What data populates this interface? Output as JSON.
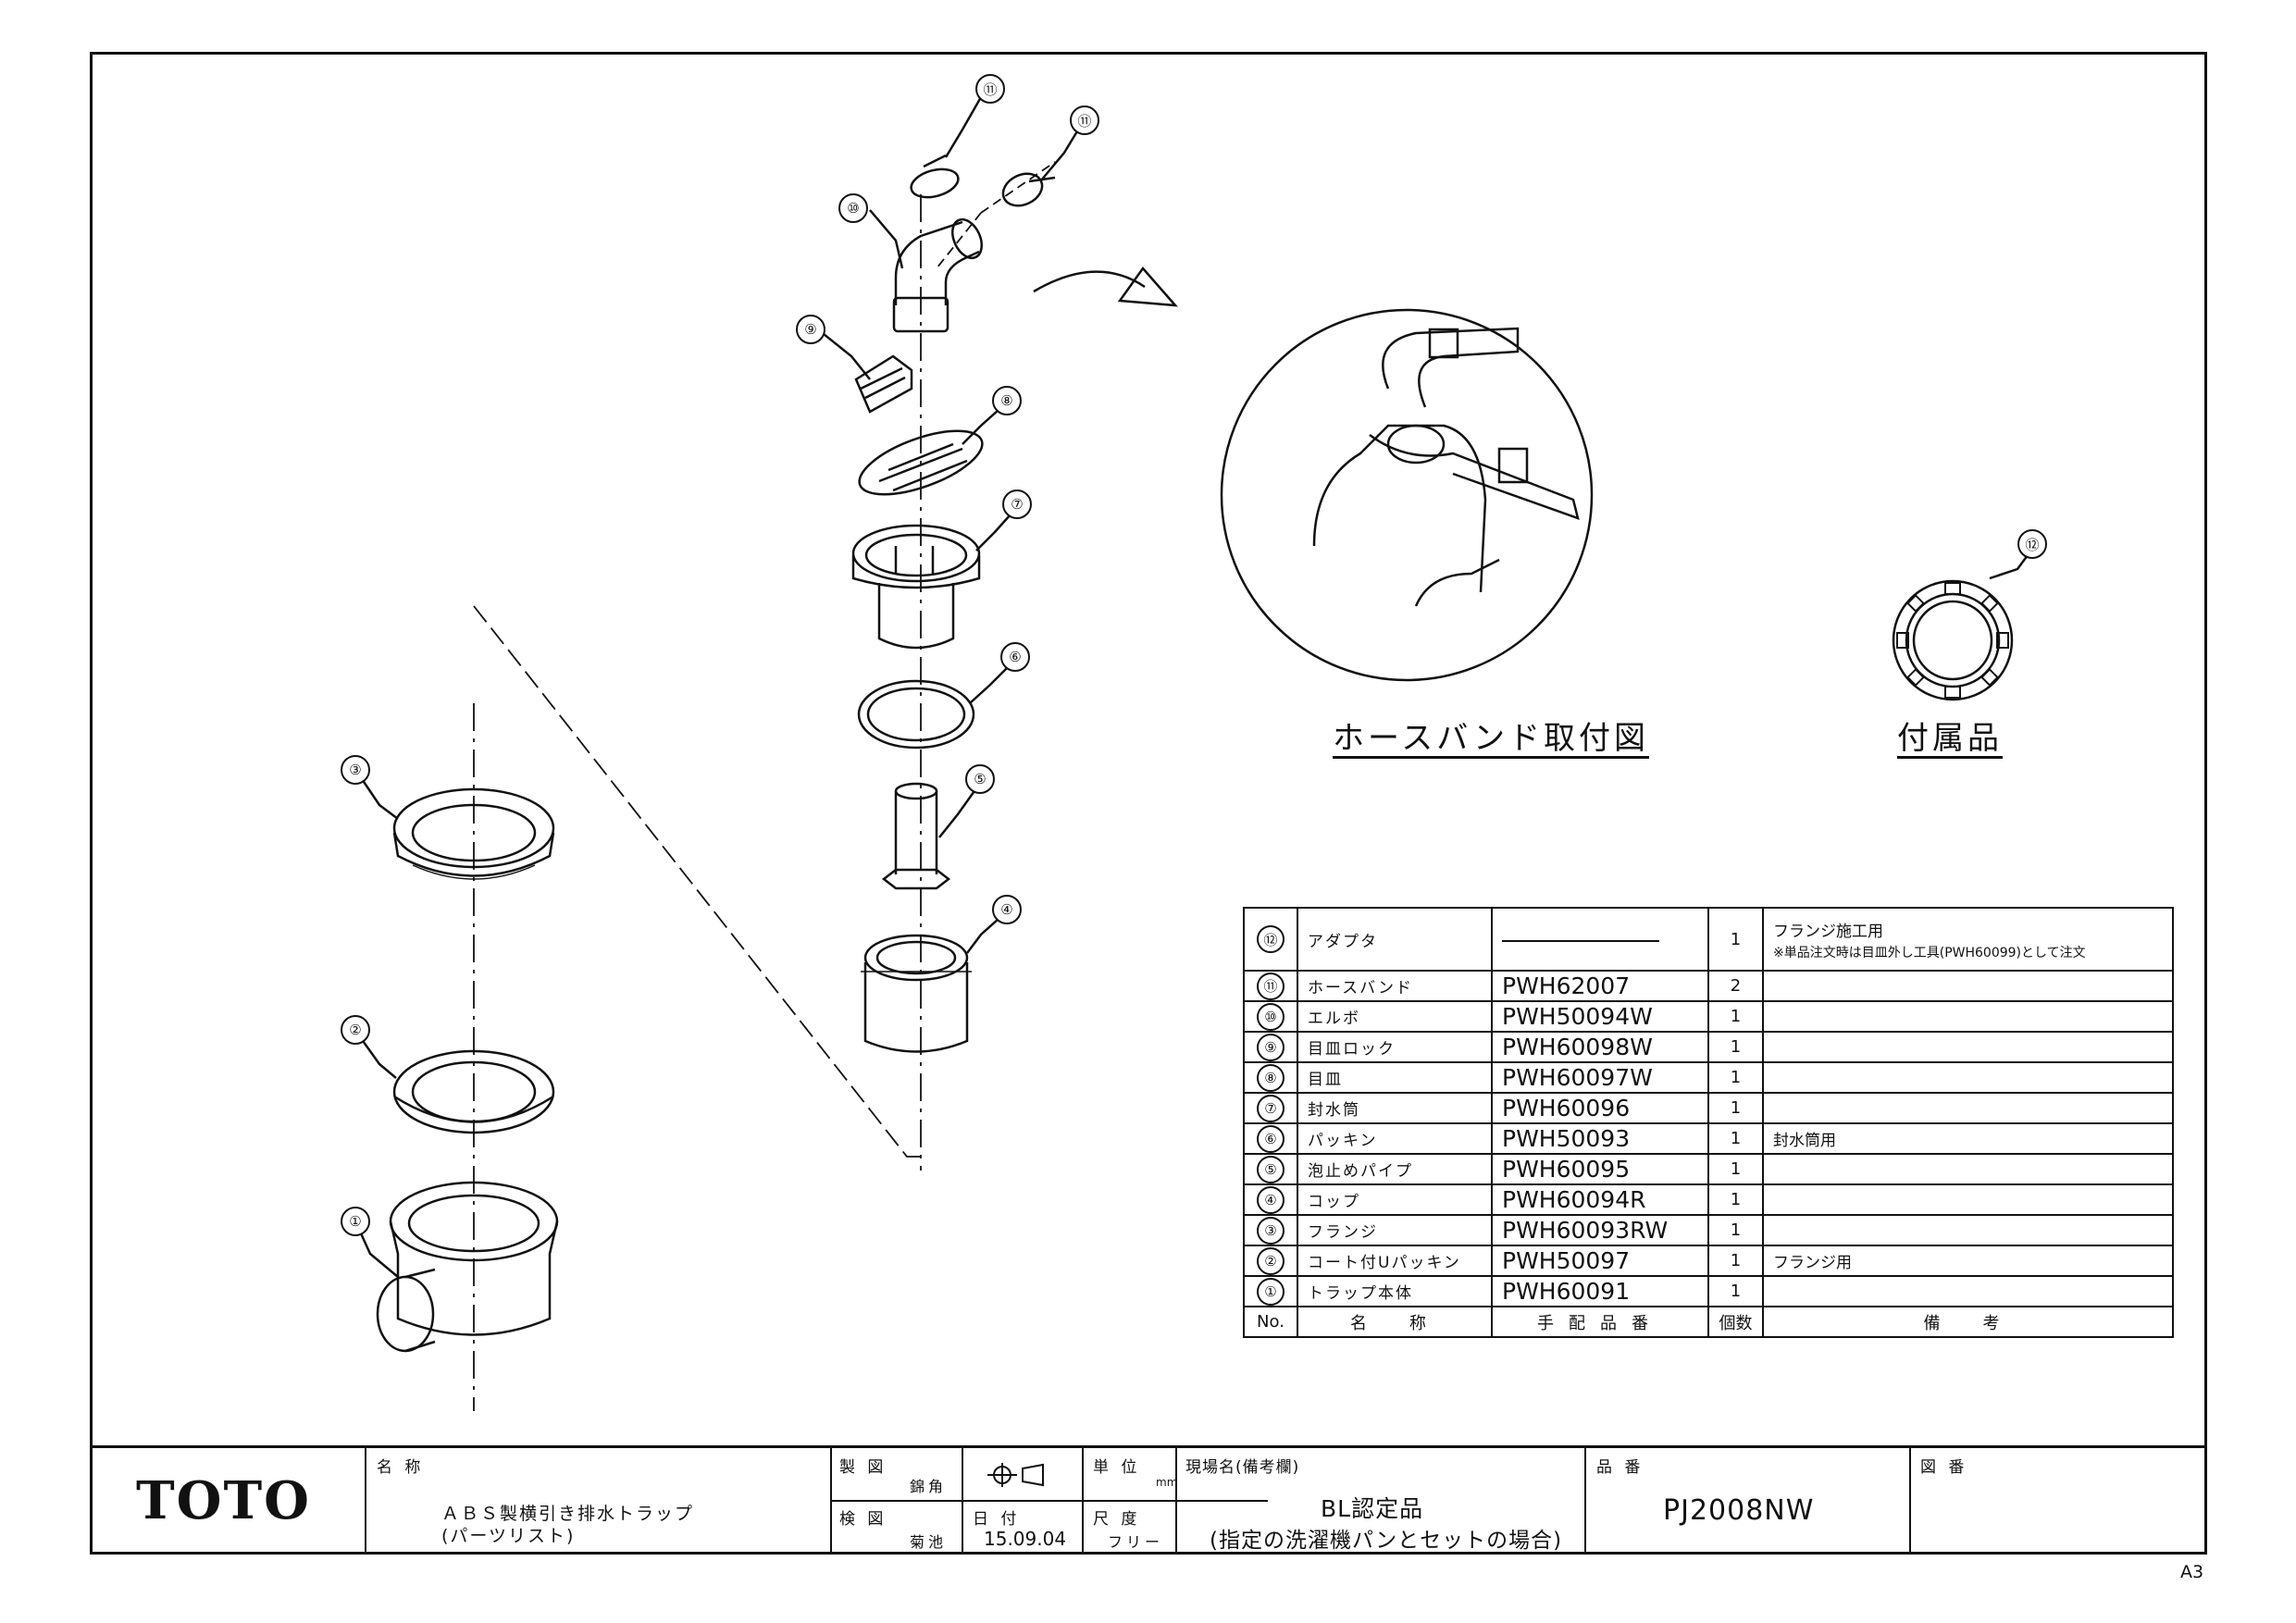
{
  "callouts": [
    "⑪",
    "⑪",
    "⑩",
    "⑨",
    "⑧",
    "⑦",
    "⑥",
    "⑤",
    "④",
    "③",
    "②",
    "①",
    "⑫"
  ],
  "captions": {
    "hoseband": "ホースバンド取付図",
    "accessory": "付属品"
  },
  "parts_table": {
    "rows": [
      {
        "no": "⑫",
        "name": "アダプタ",
        "part_no": "",
        "qty": "1",
        "note": "フランジ施工用",
        "note_sub": "※単品注文時は目皿外し工具(PWH60099)として注文"
      },
      {
        "no": "⑪",
        "name": "ホースバンド",
        "part_no": "PWH62007",
        "qty": "2",
        "note": ""
      },
      {
        "no": "⑩",
        "name": "エルボ",
        "part_no": "PWH50094W",
        "qty": "1",
        "note": ""
      },
      {
        "no": "⑨",
        "name": "目皿ロック",
        "part_no": "PWH60098W",
        "qty": "1",
        "note": ""
      },
      {
        "no": "⑧",
        "name": "目皿",
        "part_no": "PWH60097W",
        "qty": "1",
        "note": ""
      },
      {
        "no": "⑦",
        "name": "封水筒",
        "part_no": "PWH60096",
        "qty": "1",
        "note": ""
      },
      {
        "no": "⑥",
        "name": "パッキン",
        "part_no": "PWH50093",
        "qty": "1",
        "note": "封水筒用"
      },
      {
        "no": "⑤",
        "name": "泡止めパイプ",
        "part_no": "PWH60095",
        "qty": "1",
        "note": ""
      },
      {
        "no": "④",
        "name": "コップ",
        "part_no": "PWH60094R",
        "qty": "1",
        "note": ""
      },
      {
        "no": "③",
        "name": "フランジ",
        "part_no": "PWH60093RW",
        "qty": "1",
        "note": ""
      },
      {
        "no": "②",
        "name": "コート付Uパッキン",
        "part_no": "PWH50097",
        "qty": "1",
        "note": "フランジ用"
      },
      {
        "no": "①",
        "name": "トラップ本体",
        "part_no": "PWH60091",
        "qty": "1",
        "note": ""
      }
    ],
    "header": {
      "no": "No.",
      "name": "名　称",
      "part_no": "手配品番",
      "qty": "個数",
      "note": "備　考"
    }
  },
  "title_block": {
    "logo": "TOTO",
    "name_label": "名 称",
    "name_line1": "ＡＢＳ製横引き排水トラップ",
    "name_line2": "(パーツリスト)",
    "drawn_label": "製 図",
    "drawn_by": "錦角",
    "checked_label": "検 図",
    "checked_by": "菊池",
    "date_label": "日 付",
    "date": "15.09.04",
    "unit_label": "単 位",
    "unit": "mm",
    "scale_label": "尺 度",
    "scale": "フリー",
    "site_label": "現場名(備考欄)",
    "site_line1": "BL認定品",
    "site_line2": "(指定の洗濯機パンとセットの場合)",
    "product_label": "品 番",
    "product_no": "PJ2008NW",
    "drawing_label": "図 番",
    "sheet": "A3"
  }
}
